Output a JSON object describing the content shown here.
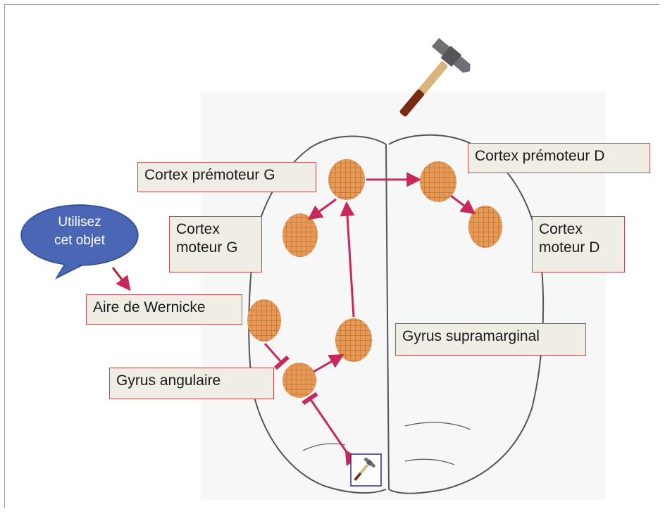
{
  "bubble": {
    "line1": "Utilisez",
    "line2": "cet objet"
  },
  "labels": {
    "premotor_left": "Cortex prémoteur G",
    "premotor_right": "Cortex prémoteur D",
    "motor_left_line1": "Cortex",
    "motor_left_line2": "moteur G",
    "motor_right_line1": "Cortex",
    "motor_right_line2": "moteur D",
    "wernicke": "Aire de Wernicke",
    "supramarginal": "Gyrus supramarginal",
    "angular": "Gyrus angulaire"
  },
  "colors": {
    "arrow": "#c8285a",
    "label_border": "#c0504d",
    "label_fill": "#efede4",
    "region_fill": "#e9a05a",
    "bubble_fill": "#4a66b4"
  },
  "icons": {
    "large_tool": "hammer-icon",
    "small_tool": "hammer-icon"
  }
}
